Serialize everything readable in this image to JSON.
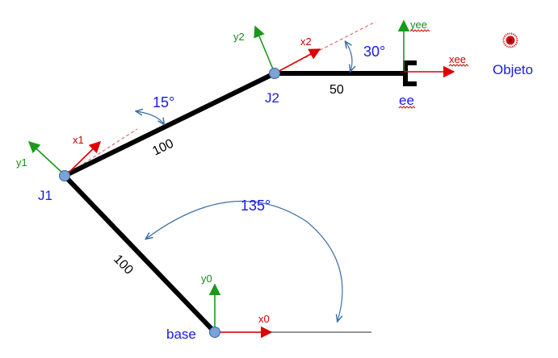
{
  "colors": {
    "link": "#000000",
    "joint_fill": "#7aa3d6",
    "joint_stroke": "#3a64a0",
    "x_axis": "#dd0000",
    "y_axis": "#1a9a1a",
    "angle_arc": "#3a6ea5",
    "label_blue": "#1a1ae6",
    "reference_line": "#555555",
    "object_core": "#cc1111"
  },
  "labels": {
    "base": "base",
    "j1": "J1",
    "j2": "J2",
    "ee": "ee",
    "object": "Objeto"
  },
  "link_lengths": {
    "base_j1": "100",
    "j1_j2": "100",
    "j2_ee": "50"
  },
  "angles": {
    "base": "135°",
    "j1": "15°",
    "j2": "30°"
  },
  "frames": {
    "base": {
      "x": "x0",
      "y": "y0"
    },
    "j1": {
      "x": "x1",
      "y": "y1"
    },
    "j2": {
      "x": "x2",
      "y": "y2"
    },
    "ee": {
      "x": "xee",
      "y": "yee"
    }
  }
}
